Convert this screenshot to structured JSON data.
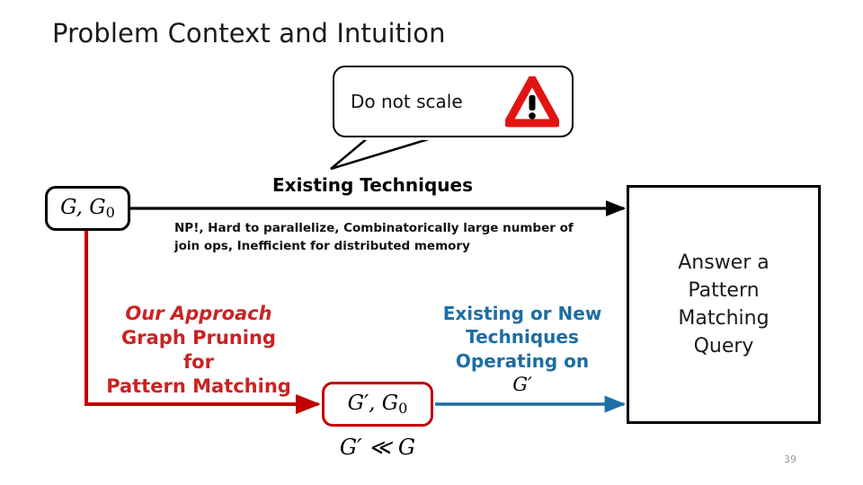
{
  "slide": {
    "title": "Problem Context and Intuition",
    "page_number": "39"
  },
  "callout": {
    "text": "Do not scale",
    "icon": "warning-triangle-icon"
  },
  "input_node": {
    "symbol": "G, G",
    "subscript": "0"
  },
  "existing_techniques": {
    "heading": "Existing Techniques",
    "description": "NP!, Hard to parallelize, Combinatorically large number of join ops, Inefficient for distributed memory"
  },
  "our_approach": {
    "line1": "Our Approach",
    "line2": "Graph Pruning for",
    "line3": "Pattern Matching"
  },
  "new_techniques": {
    "line1": "Existing or New",
    "line2": "Techniques",
    "line3": "Operating on",
    "symbol": "G′"
  },
  "pruned_node": {
    "symbol": "G′, G",
    "subscript": "0",
    "relation": "G′ ≪ G"
  },
  "output_node": {
    "line1": "Answer a",
    "line2": "Pattern",
    "line3": "Matching",
    "line4": "Query"
  },
  "colors": {
    "red": "#CC2222",
    "red_dark": "#C00000",
    "blue": "#1C6EA4",
    "warning_red": "#E21313",
    "black": "#000000",
    "page_gray": "#9a9a9a"
  }
}
